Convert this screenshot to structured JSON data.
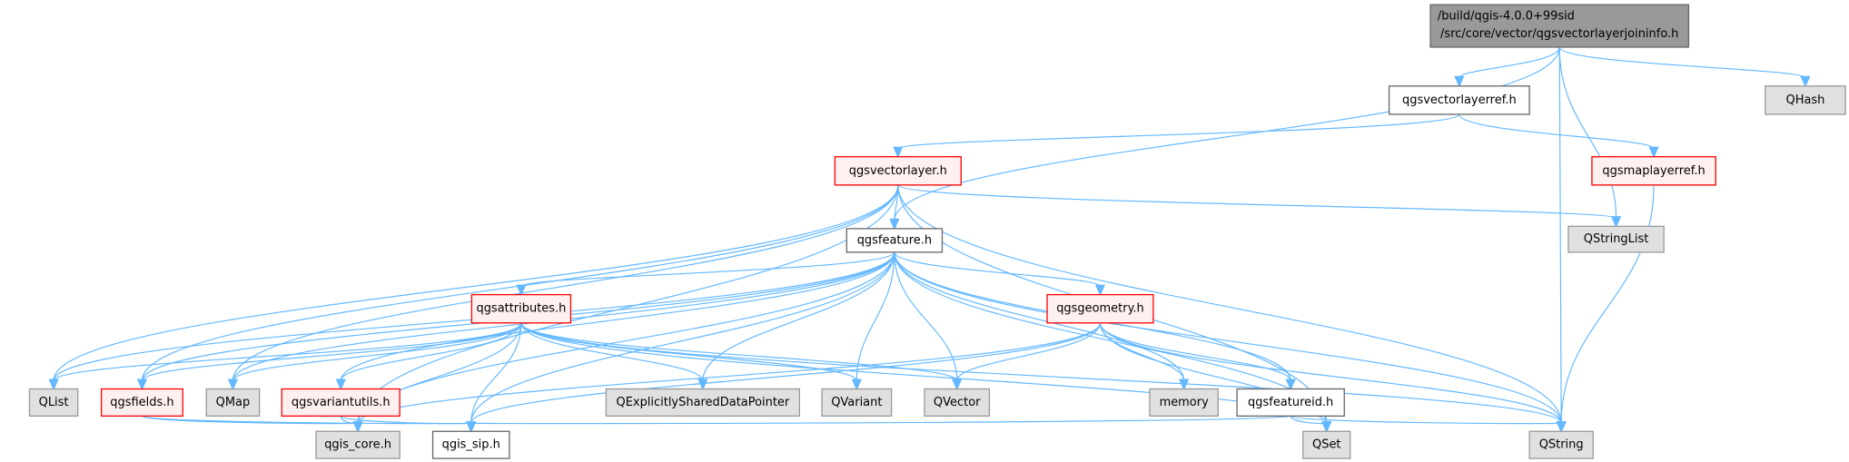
{
  "graph": {
    "title": "Include dependency graph for qgsvectorlayerjoininfo.h",
    "colors": {
      "edge": "#63b8ff",
      "root_fill": "#999999",
      "plain_fill": "#ffffff",
      "external_fill": "#e0e0e0",
      "truncated_fill": "#fff0f0",
      "truncated_border": "#ff0000"
    },
    "nodes": [
      {
        "id": "root",
        "label": [
          "/build/qgis-4.0.0+99sid",
          "/src/core/vector/qgsvectorlayerjoininfo.h"
        ],
        "kind": "root"
      },
      {
        "id": "qgsvectorlayerref",
        "label": [
          "qgsvectorlayerref.h"
        ],
        "kind": "plain"
      },
      {
        "id": "QHash",
        "label": [
          "QHash"
        ],
        "kind": "external"
      },
      {
        "id": "qgsvectorlayer",
        "label": [
          "qgsvectorlayer.h"
        ],
        "kind": "truncated"
      },
      {
        "id": "qgsmaplayerref",
        "label": [
          "qgsmaplayerref.h"
        ],
        "kind": "truncated"
      },
      {
        "id": "qgsfeature",
        "label": [
          "qgsfeature.h"
        ],
        "kind": "plain"
      },
      {
        "id": "QStringList",
        "label": [
          "QStringList"
        ],
        "kind": "external"
      },
      {
        "id": "qgsattributes",
        "label": [
          "qgsattributes.h"
        ],
        "kind": "truncated"
      },
      {
        "id": "qgsgeometry",
        "label": [
          "qgsgeometry.h"
        ],
        "kind": "truncated"
      },
      {
        "id": "QList",
        "label": [
          "QList"
        ],
        "kind": "external"
      },
      {
        "id": "qgsfields",
        "label": [
          "qgsfields.h"
        ],
        "kind": "truncated"
      },
      {
        "id": "QMap",
        "label": [
          "QMap"
        ],
        "kind": "external"
      },
      {
        "id": "qgsvariantutils",
        "label": [
          "qgsvariantutils.h"
        ],
        "kind": "truncated"
      },
      {
        "id": "QExplicitlySharedDataPointer",
        "label": [
          "QExplicitlySharedDataPointer"
        ],
        "kind": "external"
      },
      {
        "id": "QVariant",
        "label": [
          "QVariant"
        ],
        "kind": "external"
      },
      {
        "id": "QVector",
        "label": [
          "QVector"
        ],
        "kind": "external"
      },
      {
        "id": "memory",
        "label": [
          "memory"
        ],
        "kind": "external"
      },
      {
        "id": "qgsfeatureid",
        "label": [
          "qgsfeatureid.h"
        ],
        "kind": "plain"
      },
      {
        "id": "qgis_core",
        "label": [
          "qgis_core.h"
        ],
        "kind": "external"
      },
      {
        "id": "qgis_sip",
        "label": [
          "qgis_sip.h"
        ],
        "kind": "plain"
      },
      {
        "id": "QSet",
        "label": [
          "QSet"
        ],
        "kind": "external"
      },
      {
        "id": "QString",
        "label": [
          "QString"
        ],
        "kind": "external"
      }
    ],
    "edges": [
      [
        "root",
        "qgsvectorlayerref"
      ],
      [
        "root",
        "QHash"
      ],
      [
        "root",
        "QStringList"
      ],
      [
        "root",
        "QString"
      ],
      [
        "root",
        "qgsfeature"
      ],
      [
        "qgsvectorlayerref",
        "qgsvectorlayer"
      ],
      [
        "qgsvectorlayerref",
        "qgsmaplayerref"
      ],
      [
        "qgsmaplayerref",
        "QString"
      ],
      [
        "qgsvectorlayer",
        "qgsfeature"
      ],
      [
        "qgsvectorlayer",
        "QStringList"
      ],
      [
        "qgsvectorlayer",
        "QString"
      ],
      [
        "qgsvectorlayer",
        "QSet"
      ],
      [
        "qgsvectorlayer",
        "QList"
      ],
      [
        "qgsvectorlayer",
        "qgsfields"
      ],
      [
        "qgsvectorlayer",
        "QMap"
      ],
      [
        "qgsvectorlayer",
        "qgis_core"
      ],
      [
        "qgsfeature",
        "qgsattributes"
      ],
      [
        "qgsfeature",
        "qgsgeometry"
      ],
      [
        "qgsfeature",
        "QList"
      ],
      [
        "qgsfeature",
        "qgsfields"
      ],
      [
        "qgsfeature",
        "QMap"
      ],
      [
        "qgsfeature",
        "qgsvariantutils"
      ],
      [
        "qgsfeature",
        "QExplicitlySharedDataPointer"
      ],
      [
        "qgsfeature",
        "QVariant"
      ],
      [
        "qgsfeature",
        "QVector"
      ],
      [
        "qgsfeature",
        "memory"
      ],
      [
        "qgsfeature",
        "qgsfeatureid"
      ],
      [
        "qgsfeature",
        "QSet"
      ],
      [
        "qgsfeature",
        "QString"
      ],
      [
        "qgsfeature",
        "qgis_core"
      ],
      [
        "qgsfeature",
        "qgis_sip"
      ],
      [
        "qgsattributes",
        "QList"
      ],
      [
        "qgsattributes",
        "qgsfields"
      ],
      [
        "qgsattributes",
        "QMap"
      ],
      [
        "qgsattributes",
        "qgsvariantutils"
      ],
      [
        "qgsattributes",
        "QExplicitlySharedDataPointer"
      ],
      [
        "qgsattributes",
        "QVariant"
      ],
      [
        "qgsattributes",
        "QVector"
      ],
      [
        "qgsattributes",
        "qgis_core"
      ],
      [
        "qgsattributes",
        "qgis_sip"
      ],
      [
        "qgsattributes",
        "QSet"
      ],
      [
        "qgsattributes",
        "QString"
      ],
      [
        "qgsgeometry",
        "QVector"
      ],
      [
        "qgsgeometry",
        "memory"
      ],
      [
        "qgsgeometry",
        "qgsfeatureid"
      ],
      [
        "qgsgeometry",
        "QSet"
      ],
      [
        "qgsgeometry",
        "QString"
      ],
      [
        "qgsgeometry",
        "qgis_core"
      ],
      [
        "qgsgeometry",
        "qgis_sip"
      ],
      [
        "qgsfields",
        "qgis_core"
      ],
      [
        "qgsfields",
        "qgis_sip"
      ],
      [
        "qgsvariantutils",
        "qgis_core"
      ],
      [
        "qgsvariantutils",
        "qgis_sip"
      ],
      [
        "qgsfeatureid",
        "QSet"
      ],
      [
        "qgsfeatureid",
        "QString"
      ],
      [
        "qgsfeatureid",
        "qgis_sip"
      ]
    ]
  }
}
